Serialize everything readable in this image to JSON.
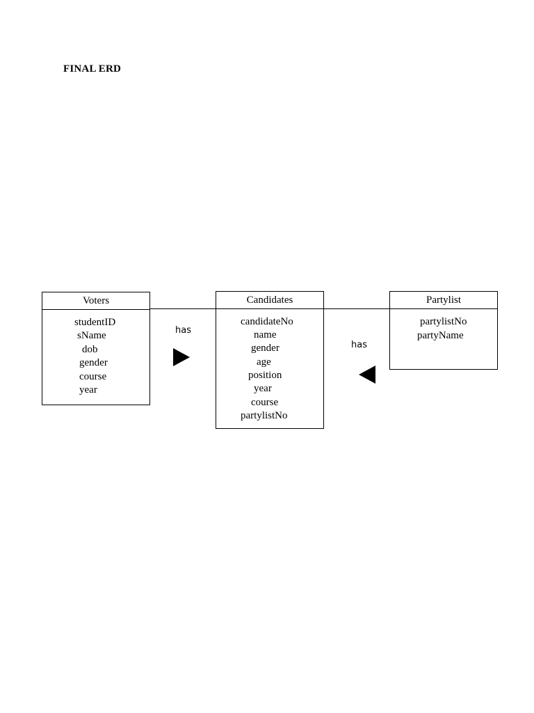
{
  "title": "FINAL ERD",
  "entities": {
    "voters": {
      "name": "Voters",
      "attributes": [
        "studentID",
        "sName",
        "dob",
        "gender",
        "course",
        "year"
      ]
    },
    "candidates": {
      "name": "Candidates",
      "attributes": [
        "candidateNo",
        "name",
        "gender",
        "age",
        "position",
        "year",
        "course",
        "partylistNo"
      ]
    },
    "partylist": {
      "name": "Partylist",
      "attributes": [
        "partylistNo",
        "partyName"
      ]
    }
  },
  "relationships": [
    {
      "label": "has",
      "direction": "right"
    },
    {
      "label": "has",
      "direction": "left"
    }
  ]
}
